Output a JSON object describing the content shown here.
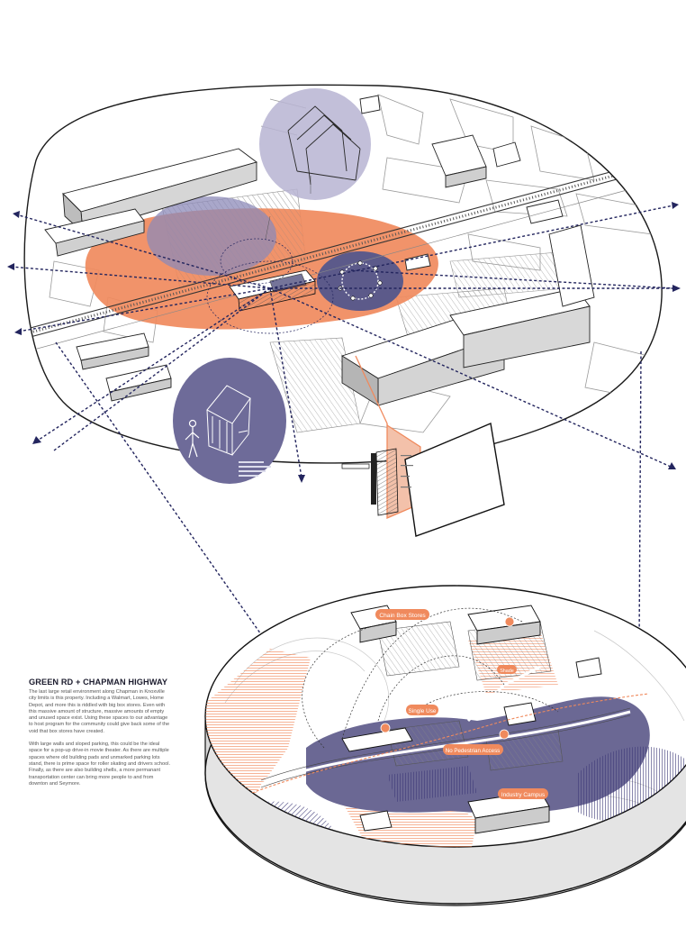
{
  "text_block": {
    "heading": "GREEN RD + CHAPMAN HIGHWAY",
    "paragraph1": "The last large retail environment along Chapman in Knoxville city limits is this property. Including a Walmart, Lowes, Home Depot, and more this is riddled with big box stores. Even with this massive amount of structure, massive amounts of empty and unused space exist. Using these spaces to our advantage to host program for the community could give back some of the void that box stores have created.",
    "paragraph2": "With large walls and sloped parking, this could be the ideal space for a pop-up drive-in movie theater. As there are multiple spaces where old building pads and unmarked parking lots stand, there is prime space for roller skating and drivers school. Finally, as there are also building shells, a more permanant transportation center can bring more people to and from downton and Seymore."
  },
  "map_labels": {
    "chain_box_stores": "Chain Box Stores",
    "single_use": "Single Use",
    "no_pedestrian_access": "No Pedestrian Access",
    "industry_campus": "Industry Campus",
    "small_flag": "Shade"
  },
  "colors": {
    "orange": "#f08a5d",
    "purple": "#6b6894",
    "lavender": "#b7b4d2",
    "navy": "#23255e"
  }
}
